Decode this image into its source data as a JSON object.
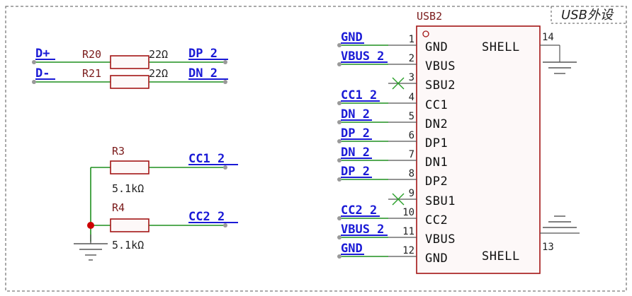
{
  "sheet": {
    "title": "USB外设"
  },
  "resistors": [
    {
      "ref": "R20",
      "value": "22Ω",
      "net_left": "D+",
      "net_right": "DP_2"
    },
    {
      "ref": "R21",
      "value": "22Ω",
      "net_left": "D-",
      "net_right": "DN_2"
    },
    {
      "ref": "R3",
      "value": "5.1kΩ",
      "net_right": "CC1_2"
    },
    {
      "ref": "R4",
      "value": "5.1kΩ",
      "net_right": "CC2_2"
    }
  ],
  "connector": {
    "ref": "USB2",
    "pins": [
      {
        "num": "1",
        "name": "GND",
        "net": "GND"
      },
      {
        "num": "2",
        "name": "VBUS",
        "net": "VBUS_2"
      },
      {
        "num": "3",
        "name": "SBU2",
        "net": ""
      },
      {
        "num": "4",
        "name": "CC1",
        "net": "CC1_2"
      },
      {
        "num": "5",
        "name": "DN2",
        "net": "DN_2"
      },
      {
        "num": "6",
        "name": "DP1",
        "net": "DP_2"
      },
      {
        "num": "7",
        "name": "DN1",
        "net": "DN_2"
      },
      {
        "num": "8",
        "name": "DP2",
        "net": "DP_2"
      },
      {
        "num": "9",
        "name": "SBU1",
        "net": ""
      },
      {
        "num": "10",
        "name": "CC2",
        "net": "CC2_2"
      },
      {
        "num": "11",
        "name": "VBUS",
        "net": "VBUS_2"
      },
      {
        "num": "12",
        "name": "GND",
        "net": "GND"
      }
    ],
    "shell": [
      {
        "num": "14",
        "name": "SHELL"
      },
      {
        "num": "13",
        "name": "SHELL"
      }
    ]
  }
}
